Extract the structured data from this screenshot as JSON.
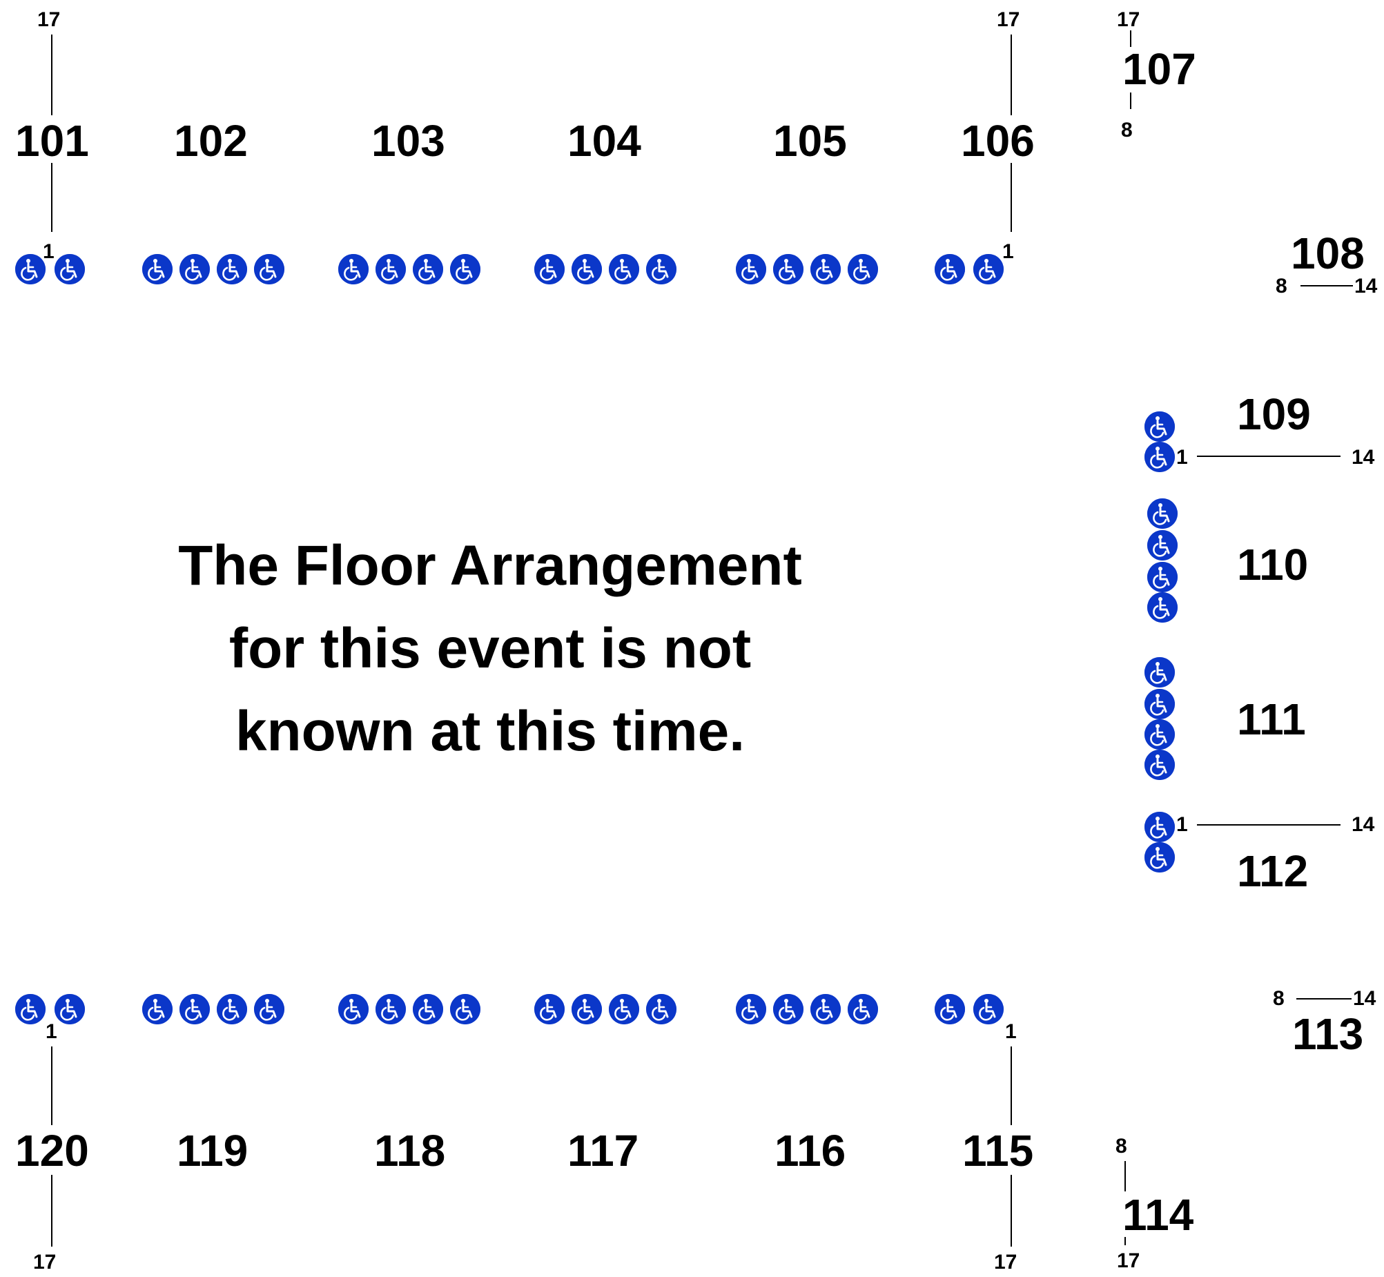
{
  "message": {
    "line1": "The Floor Arrangement",
    "line2": "for this event is not",
    "line3": "known at this time."
  },
  "sections": {
    "s101": "101",
    "s102": "102",
    "s103": "103",
    "s104": "104",
    "s105": "105",
    "s106": "106",
    "s107": "107",
    "s108": "108",
    "s109": "109",
    "s110": "110",
    "s111": "111",
    "s112": "112",
    "s113": "113",
    "s114": "114",
    "s115": "115",
    "s116": "116",
    "s117": "117",
    "s118": "118",
    "s119": "119",
    "s120": "120"
  },
  "row_labels": {
    "r17": "17",
    "r1": "1",
    "r8": "8",
    "r14": "14"
  },
  "colors": {
    "accessible_icon_bg": "#0b37c9",
    "accessible_icon_fg": "#ffffff"
  },
  "icons": {
    "accessible": "wheelchair-accessible-icon"
  }
}
